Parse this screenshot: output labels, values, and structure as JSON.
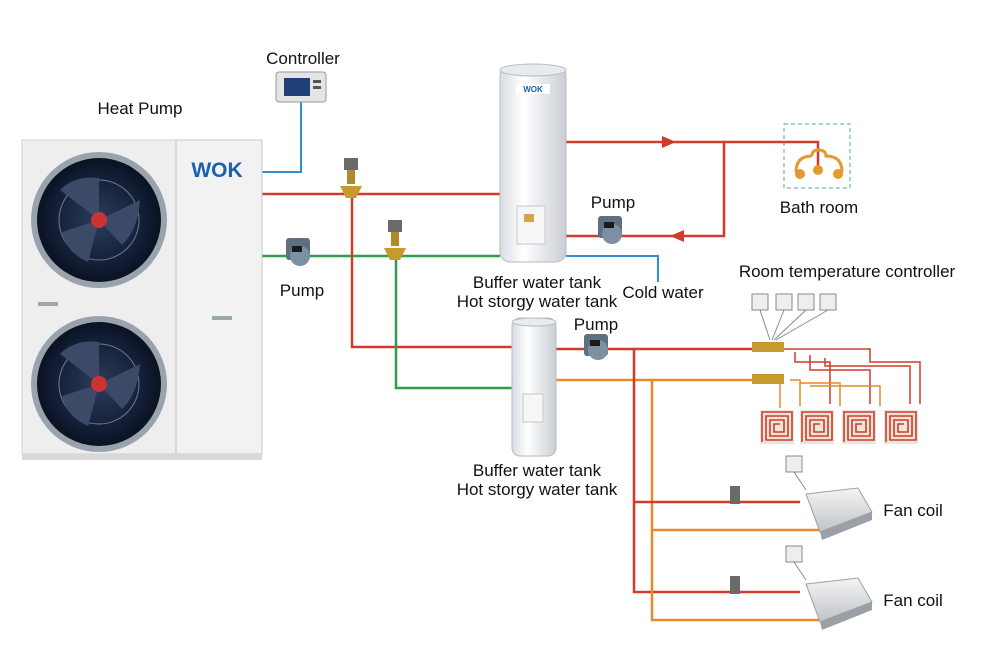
{
  "labels": {
    "heat_pump": "Heat Pump",
    "controller": "Controller",
    "brand": "WOK",
    "tank_brand": "WOK",
    "pump_left": "Pump",
    "pump_upper": "Pump",
    "pump_lower": "Pump",
    "tank1_line1": "Buffer water tank",
    "tank1_line2": "Hot storgy water tank",
    "tank2_line1": "Buffer water tank",
    "tank2_line2": "Hot storgy water tank",
    "cold_water": "Cold water",
    "bath_room": "Bath room",
    "room_temp_controller": "Room temperature controller",
    "fan_coil_1": "Fan coil",
    "fan_coil_2": "Fan coil"
  },
  "colors": {
    "hot_pipe": "#d23a2c",
    "return_pipe": "#2e9e4a",
    "warm_pipe": "#e6892b",
    "controller_wire": "#2f8fd8",
    "brand_blue": "#1a5fb0",
    "unit_body": "#f2f2f2"
  }
}
